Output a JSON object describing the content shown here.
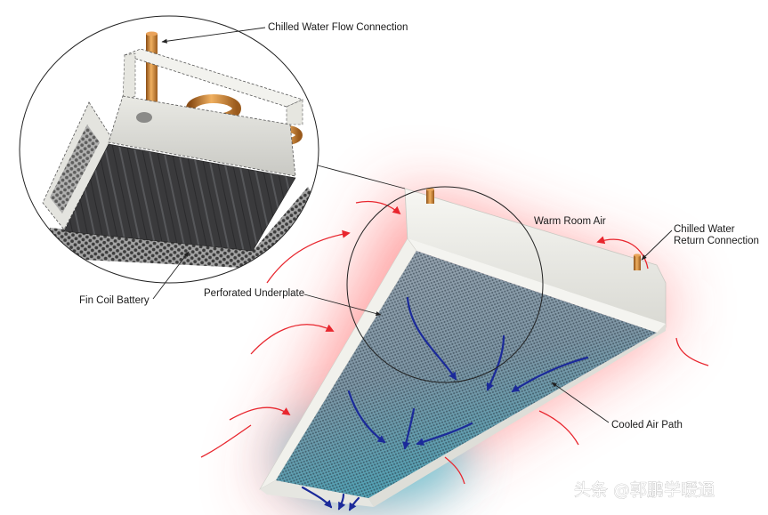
{
  "diagram": {
    "labels": {
      "flow_connection": "Chilled Water Flow Connection",
      "return_connection": [
        "Chilled Water",
        "Return Connection"
      ],
      "warm_room_air": "Warm Room Air",
      "fin_coil_battery": "Fin Coil Battery",
      "perforated_underplate": "Perforated Underplate",
      "cooled_air_path": "Cooled Air Path"
    },
    "colors": {
      "warm_air": "#e8262e",
      "cooled_air": "#1b2a9a",
      "glow_warm": "#ff3b3b",
      "glow_cool": "#4fc9dc",
      "copper": "#c8782a",
      "leader": "#222222"
    }
  },
  "watermark": "头条 @郭鹏学暖通"
}
